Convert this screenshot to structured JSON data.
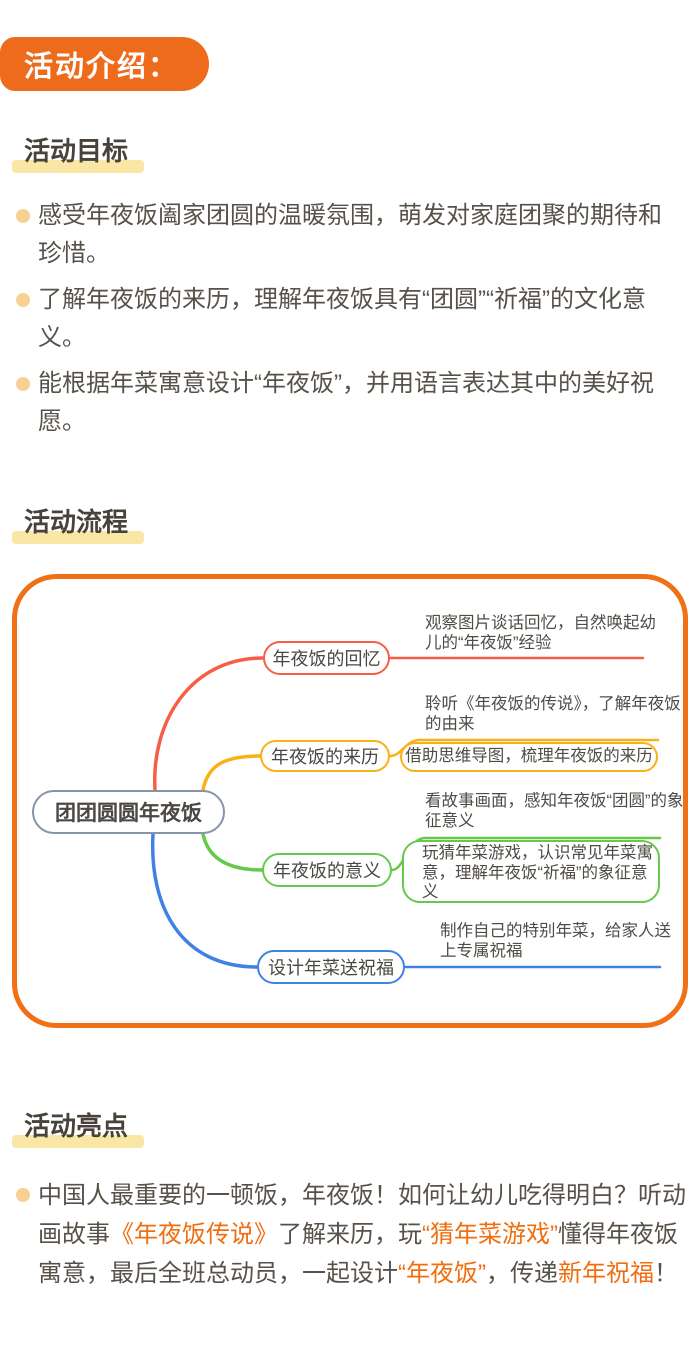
{
  "page_title": "活动介绍：",
  "sections": {
    "goals": {
      "heading": "活动目标",
      "items": [
        "感受年夜饭阖家团圆的温暖氛围，萌发对家庭团聚的期待和珍惜。",
        "了解年夜饭的来历，理解年夜饭具有“团圆”“祈福”的文化意义。",
        "能根据年菜寓意设计“年夜饭”，并用语言表达其中的美好祝愿。"
      ]
    },
    "flow": {
      "heading": "活动流程",
      "mindmap": {
        "center": "团团圆圆年夜饭",
        "branches": [
          {
            "label": "年夜饭的回忆",
            "color": "#f85d47",
            "notes": [
              "观察图片谈话回忆，自然唤起幼儿的“年夜饭”经验"
            ]
          },
          {
            "label": "年夜饭的来历",
            "color": "#fbb018",
            "notes": [
              "聆听《年夜饭的传说》，了解年夜饭的由来",
              "借助思维导图，梳理年夜饭的来历"
            ]
          },
          {
            "label": "年夜饭的意义",
            "color": "#67c94b",
            "notes": [
              "看故事画面，感知年夜饭“团圆”的象征意义",
              "玩猜年菜游戏，认识常见年菜寓意，理解年夜饭“祈福”的象征意义"
            ]
          },
          {
            "label": "设计年菜送祝福",
            "color": "#4181e6",
            "notes": [
              "制作自己的特别年菜，给家人送上专属祝福"
            ]
          }
        ]
      }
    },
    "highlights": {
      "heading": "活动亮点",
      "paragraph": [
        {
          "text": "中国人最重要的一顿饭，年夜饭！如何让幼儿吃得明白？听动画故事",
          "emphasis": false
        },
        {
          "text": "《年夜饭传说》",
          "emphasis": true
        },
        {
          "text": "了解来历，玩",
          "emphasis": false
        },
        {
          "text": "“猜年菜游戏”",
          "emphasis": true
        },
        {
          "text": "懂得年夜饭寓意，最后全班总动员，一起设计",
          "emphasis": false
        },
        {
          "text": "“年夜饭”",
          "emphasis": true
        },
        {
          "text": "，传递",
          "emphasis": false
        },
        {
          "text": "新年祝福",
          "emphasis": true
        },
        {
          "text": "！",
          "emphasis": false
        }
      ]
    }
  },
  "colors": {
    "badge_orange": "#ee6b1c",
    "container_border": "#ef7015",
    "highlight_yellow": "#fbe7a5",
    "bullet_dot": "#f7d193",
    "emphasis_orange": "#f06e10",
    "body_text": "#57514a",
    "heading_text": "#48423a",
    "center_border": "#8793a9",
    "branch_red": "#f85d47",
    "branch_yellow": "#fbb018",
    "branch_green": "#67c94b",
    "branch_blue": "#4181e6"
  }
}
